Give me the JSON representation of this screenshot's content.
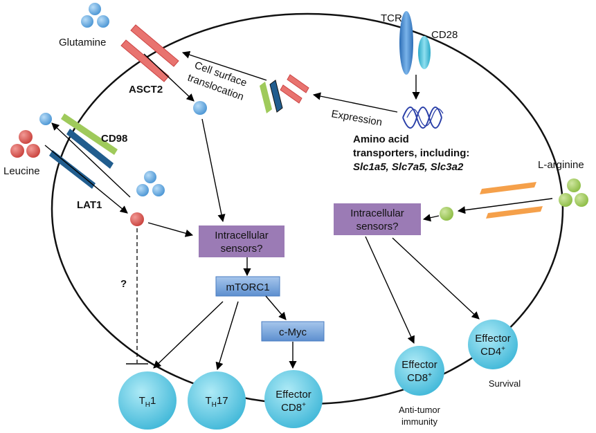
{
  "labels": {
    "glutamine": "Glutamine",
    "asct2": "ASCT2",
    "tcr": "TCR",
    "cd28": "CD28",
    "cell_surface_line1": "Cell surface",
    "cell_surface_line2": "translocation",
    "expression": "Expression",
    "aa_line1": "Amino acid",
    "aa_line2": "transporters, including:",
    "aa_line3": "Slc1a5, Slc7a5, Slc3a2",
    "cd98": "CD98",
    "leucine": "Leucine",
    "lat1": "LAT1",
    "l_arginine": "L-arginine",
    "question": "?",
    "anti_tumor_line1": "Anti-tumor",
    "anti_tumor_line2": "immunity",
    "survival": "Survival"
  },
  "boxes": {
    "sensors_left_line1": "Intracellular",
    "sensors_left_line2": "sensors?",
    "sensors_right_line1": "Intracellular",
    "sensors_right_line2": "sensors?",
    "mtorc1": "mTORC1",
    "cmyc": "c-Myc"
  },
  "cells": {
    "th1_main": "T",
    "th1_sub": "H",
    "th1_rest": "1",
    "th17_main": "T",
    "th17_sub": "H",
    "th17_rest": "17",
    "effector": "Effector",
    "cd8_left": "CD8",
    "cd8_left_sup": "+",
    "cd8_mid": "CD8",
    "cd8_mid_sup": "+",
    "cd4": "CD4",
    "cd4_sup": "+"
  },
  "colors": {
    "membrane": "#111111",
    "sensor_box": "#9b7bb5",
    "mtor_box": "#79a4d6",
    "cell": "#5fc8e0",
    "glutamine_dot": "#6aaee0",
    "leucine_dot": "#d9534f",
    "arginine_dot": "#9fca5b",
    "asct2": "#e8736f",
    "cd98": "#9fca5b",
    "lat1": "#215d8e",
    "arg_transporter": "#f5a04a",
    "tcr": "#4f8fd0",
    "cd28": "#4fc0d8",
    "dna": "#2a3fa8"
  }
}
